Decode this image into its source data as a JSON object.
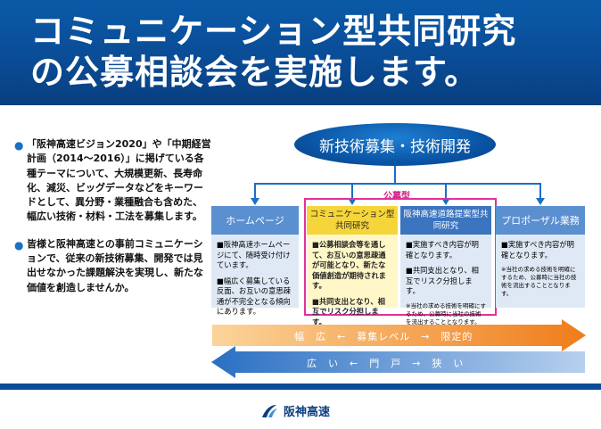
{
  "header": {
    "title_line1": "コミュニケーション型共同研究",
    "title_line2": "の公募相談会を実施します。"
  },
  "bullets": [
    "「阪神高速ビジョン2020」や「中期経営計画（2014〜2016）」に掲げている各種テーマについて、大規模更新、長寿命化、減災、ビッグデータなどをキーワードとして、異分野・業種融合も含めた、幅広い技術・材料・工法を募集します。",
    "皆様と阪神高速との事前コミュニケーションで、従来の新技術募集、開発では見出せなかった課題解決を実現し、新たな価値を創造しませんか。"
  ],
  "diagram": {
    "top": "新技術募集・技術開発",
    "koubo_label": "公募型",
    "boxes": [
      {
        "title": "ホームページ",
        "items": [
          "■阪神高速ホームページにて、随時受け付けています。",
          "■幅広く募集している反面、お互いの意思疎通が不完全となる傾向にあります。"
        ],
        "note": ""
      },
      {
        "title": "コミュニケーション型共同研究",
        "items": [
          "■公募相談会等を通して、お互いの意思疎通が可能となり、新たな価値創造が期待されます。",
          "■共同支出となり、相互でリスク分担します。"
        ],
        "note": ""
      },
      {
        "title": "阪神高速道路提案型共同研究",
        "items": [
          "■実施すべき内容が明確となります。",
          "■共同支出となり、相互でリスク分担します。"
        ],
        "note": "※当社の求める技術を明確にするため、公募時に当社の技術を流出することとなります。"
      },
      {
        "title": "プロポーザル業務",
        "items": [
          "■実施すべき内容が明確となります。"
        ],
        "note": "※当社の求める技術を明確にするため、公募時に当社の技術を流出することとなります。"
      }
    ],
    "arrow_orange": "幅　広　←　募集レベル　→　限定的",
    "arrow_blue": "広　い　←　門　戸　→　狭　い"
  },
  "footer": {
    "logo_text": "阪神高速"
  },
  "colors": {
    "header_blue": "#0a4c96",
    "accent_blue": "#1a6fc6",
    "pink": "#e2309a",
    "yellow": "#f6d53a",
    "orange": "#f08a2c"
  }
}
